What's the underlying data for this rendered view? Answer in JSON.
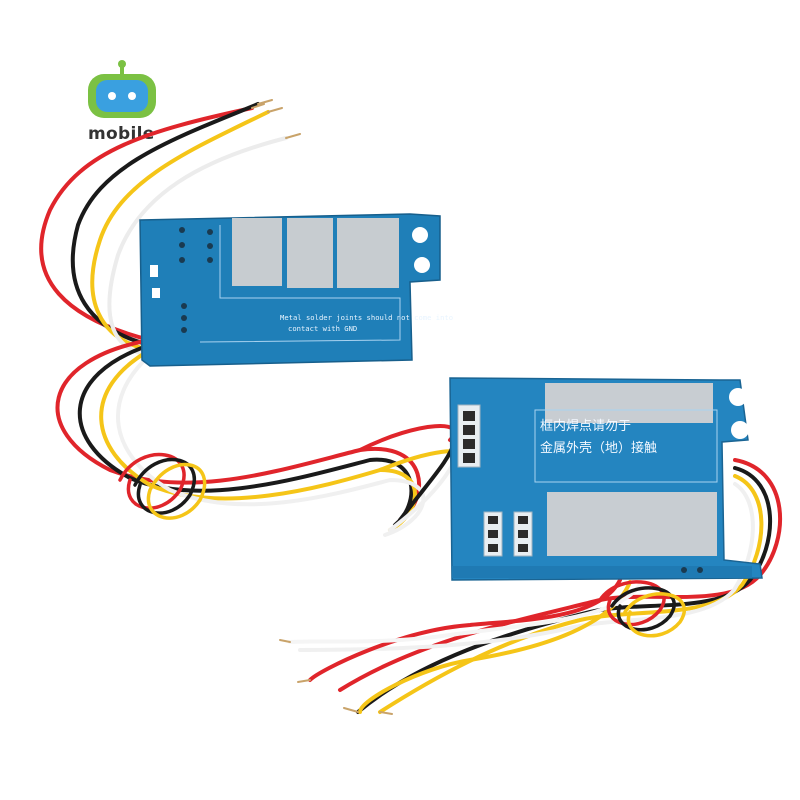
{
  "logo": {
    "brand_text": "mobile",
    "colors": {
      "outer": "#7bc143",
      "inner": "#3aa0e0",
      "eyes": "#ffffff"
    }
  },
  "board_left": {
    "silkscreen_line1": "Metal solder joints should not come into",
    "silkscreen_line2": "contact with GND",
    "pcb_color": "#1f7fb8"
  },
  "board_right": {
    "silkscreen_line1": "框内焊点请勿于",
    "silkscreen_line2": "金属外壳（地）接触",
    "pcb_color": "#2485c0"
  },
  "wire_colors": {
    "red": "#e0252b",
    "black": "#1a1a1a",
    "yellow": "#f5c518",
    "white": "#f2f2f2"
  }
}
